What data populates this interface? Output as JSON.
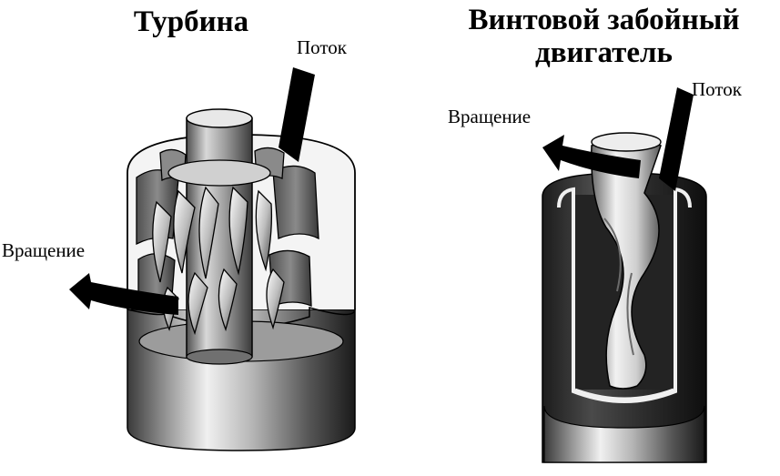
{
  "turbine": {
    "title": "Турбина",
    "flow_label": "Поток",
    "rotation_label": "Вращение"
  },
  "screw_motor": {
    "title": "Винтовой забойный двигатель",
    "flow_label": "Поток",
    "rotation_label": "Вращение"
  },
  "colors": {
    "ink": "#000000",
    "paper": "#ffffff",
    "steel_dark": "#2a2a2a",
    "steel_light": "#e6e6e6"
  }
}
